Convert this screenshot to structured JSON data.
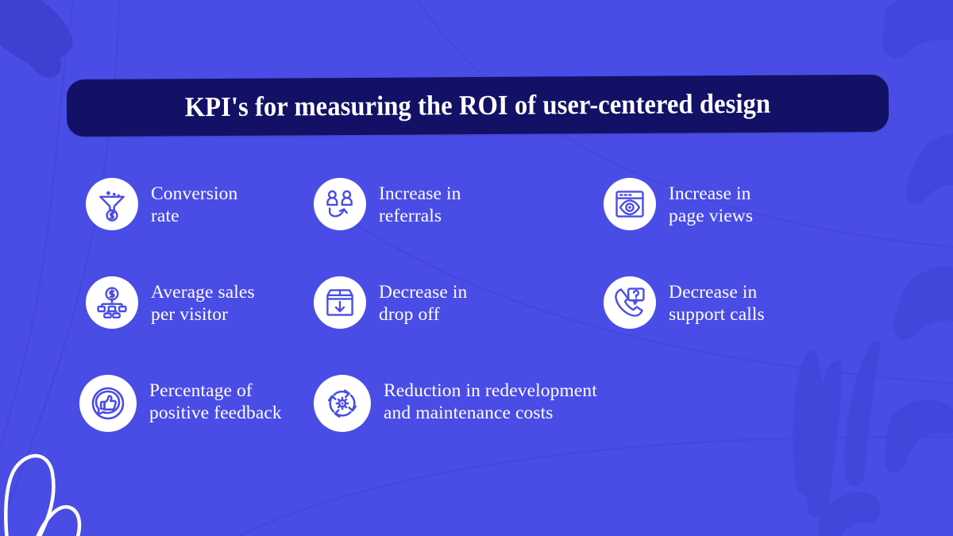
{
  "slide": {
    "background_color": "#4a4ce6",
    "banner_color": "#131166",
    "accent_color": "#4a4ce6",
    "text_color": "#ffffff",
    "title": "KPI's for measuring the ROI of user-centered design"
  },
  "kpis": [
    {
      "label": "Conversion\nrate",
      "icon": "funnel-dollar-icon"
    },
    {
      "label": "Increase in\nreferrals",
      "icon": "two-people-referral-icon"
    },
    {
      "label": "Increase in\npage views",
      "icon": "browser-eye-icon"
    },
    {
      "label": "Average sales\nper visitor",
      "icon": "dollar-network-icon"
    },
    {
      "label": "Decrease in\ndrop off",
      "icon": "box-down-arrow-icon"
    },
    {
      "label": "Decrease in\nsupport calls",
      "icon": "phone-question-icon"
    },
    {
      "label": "Percentage of\npositive feedback",
      "icon": "thumbs-up-bubble-icon"
    },
    {
      "label": "Reduction in redevelopment\nand maintenance costs",
      "icon": "gear-cycle-icon"
    }
  ]
}
